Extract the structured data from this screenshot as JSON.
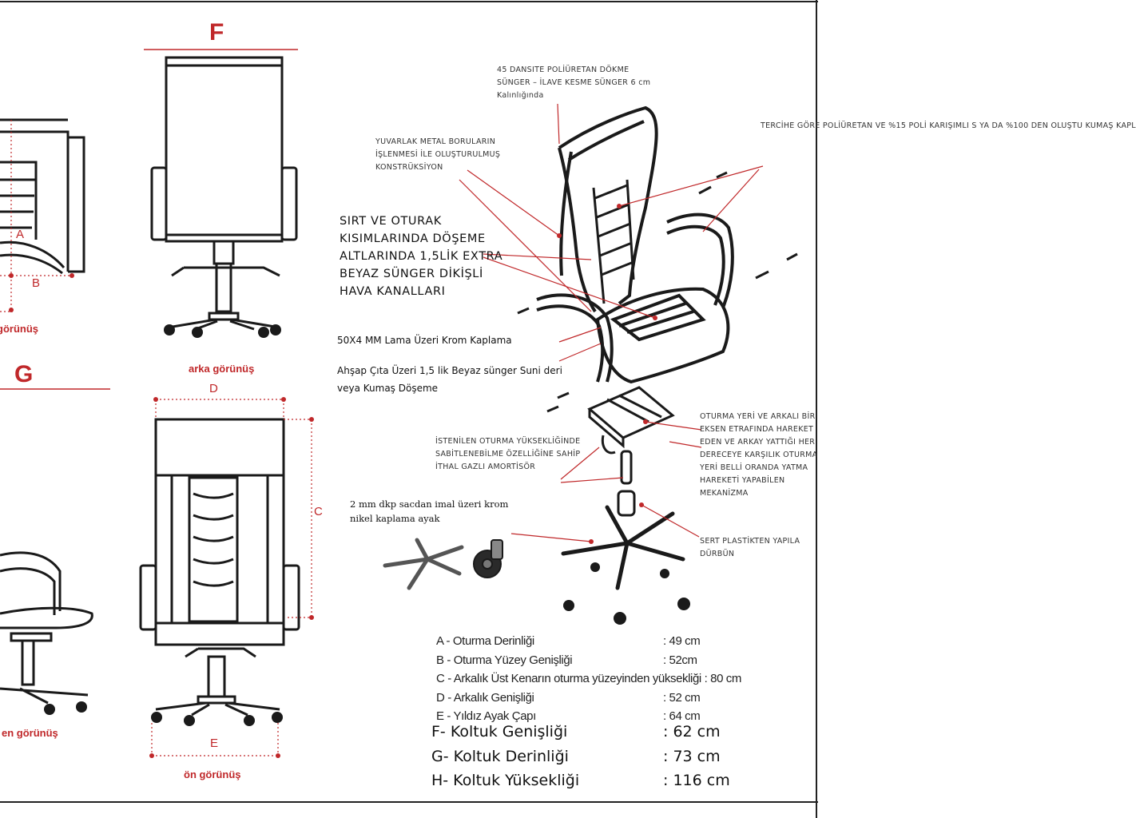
{
  "views": {
    "f": {
      "letter": "F"
    },
    "g": {
      "letter": "G"
    },
    "left_top": {
      "caption": "görünüş",
      "dim_a": "A",
      "dim_b": "B"
    },
    "rear": {
      "caption": "arka görünüş"
    },
    "left_bottom": {
      "caption": "en görünüş"
    },
    "front": {
      "caption": "ön görünüş",
      "dim_d": "D",
      "dim_c": "C",
      "dim_e": "E"
    }
  },
  "annotations": {
    "foam": "45 DANSITE POLİÜRETAN DÖKME SÜNGER – İLAVE KESME SÜNGER 6 cm Kalınlığında",
    "metal": "YUVARLAK METAL BORULARIN İŞLENMESİ İLE OLUŞTURULMUŞ KONSTRÜKSİYON",
    "fabric": "TERCİHE GÖRE POLİÜRETAN VE %15 POLİ KARIŞIMLI S YA DA %100 DEN OLUŞTU KUMAŞ KAPL",
    "air_channels": "SIRT VE OTURAK KISIMLARINDA DÖŞEME ALTLARINDA 1,5LİK EXTRA BEYAZ SÜNGER DİKİŞLİ HAVA KANALLARI",
    "chrome_arm": "50X4 MM Lama Üzeri Krom Kaplama",
    "wood_arm": "Ahşap Çıta Üzeri 1,5 lik Beyaz sünger Suni deri veya Kumaş Döşeme",
    "tilt": "OTURMA YERİ VE ARKALI BİR EKSEN ETRAFINDA HAREKET EDEN VE ARKAY YATTIĞI HER DERECEYE KARŞILIK OTURMA YERİ BELLİ ORANDA YATMA HAREKETİ YAPABİLEN MEKANİZMA",
    "gas_lift": "İSTENİLEN OTURMA YÜKSEKLİĞİNDE SABİTLENEBİLME ÖZELLİĞİNE SAHİP İTHAL GAZLI AMORTİSÖR",
    "base": "2 mm dkp sacdan imal üzeri krom nikel kaplama ayak",
    "caster": "SERT PLASTİKTEN YAPILA DÜRBÜN"
  },
  "specs": [
    {
      "label": "A - Oturma Derinliği",
      "value": ": 49 cm"
    },
    {
      "label": "B - Oturma Yüzey Genişliği",
      "value": ": 52cm"
    },
    {
      "label": "C - Arkalık Üst Kenarın oturma yüzeyinden yüksekliği",
      "value": ": 80 cm"
    },
    {
      "label": "D - Arkalık Genişliği",
      "value": ": 52 cm"
    },
    {
      "label": "E - Yıldız Ayak Çapı",
      "value": ": 64 cm"
    }
  ],
  "specs_big": [
    {
      "label": "F- Koltuk Genişliği",
      "value": ": 62 cm"
    },
    {
      "label": "G- Koltuk Derinliği",
      "value": ": 73 cm"
    },
    {
      "label": "H- Koltuk Yüksekliği",
      "value": ": 116 cm"
    }
  ],
  "colors": {
    "accent": "#c0282a",
    "line": "#1a1a1a"
  }
}
